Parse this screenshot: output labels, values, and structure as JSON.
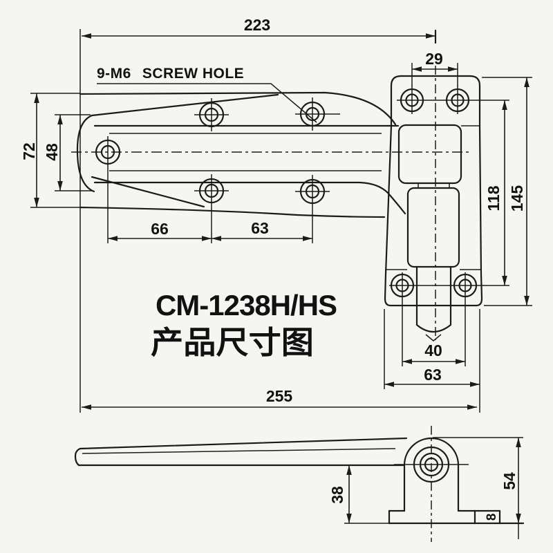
{
  "drawing": {
    "background": "#f5f5f2",
    "line_color": "#1b1b1b",
    "accent_blue": "#2727b2",
    "callout": {
      "prefix": "9-M6",
      "text": "SCREW HOLE"
    },
    "title": {
      "model": "CM-1238H/HS",
      "caption": "产品尺寸图"
    },
    "dims": {
      "overall_top": "223",
      "top_hole_spacing": "29",
      "plate_width": "72",
      "rib_width": "48",
      "hole_span_left": "66",
      "hole_span_mid": "63",
      "bracket_hole_span": "118",
      "bracket_height": "145",
      "bottom_hole_spacing": "40",
      "bracket_width": "63",
      "overall_length": "255",
      "arm_drop": "38",
      "pivot_height": "54",
      "base_thickness": "8"
    }
  }
}
